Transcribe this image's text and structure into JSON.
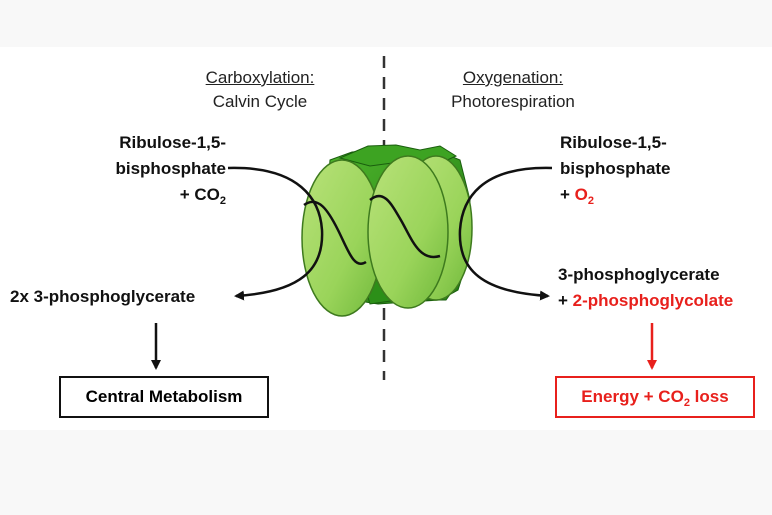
{
  "left": {
    "heading": "Carboxylation:",
    "subheading": "Calvin Cycle",
    "substrate_line1": "Ribulose-1,5-",
    "substrate_line2": "bisphosphate",
    "gas_prefix": "+ CO",
    "gas_sub": "2",
    "product": "2x 3-phosphoglycerate",
    "outcome": "Central Metabolism"
  },
  "right": {
    "heading": "Oxygenation:",
    "subheading": "Photorespiration",
    "substrate_line1": "Ribulose-1,5-",
    "substrate_line2": "bisphosphate",
    "gas_plus": "+ ",
    "gas": "O",
    "gas_sub": "2",
    "product_line1": "3-phosphoglycerate",
    "product_plus": "+ ",
    "product_line2": "2-phosphoglycolate",
    "outcome_prefix": "Energy + CO",
    "outcome_sub": "2",
    "outcome_suffix": " loss"
  },
  "colors": {
    "accent_red": "#e8201c",
    "enzyme_light_green": "#9ad45a",
    "enzyme_dark_green": "#2f9a1c",
    "text": "#111111"
  },
  "icons": {
    "enzyme": "rubisco-enzyme-icon"
  }
}
